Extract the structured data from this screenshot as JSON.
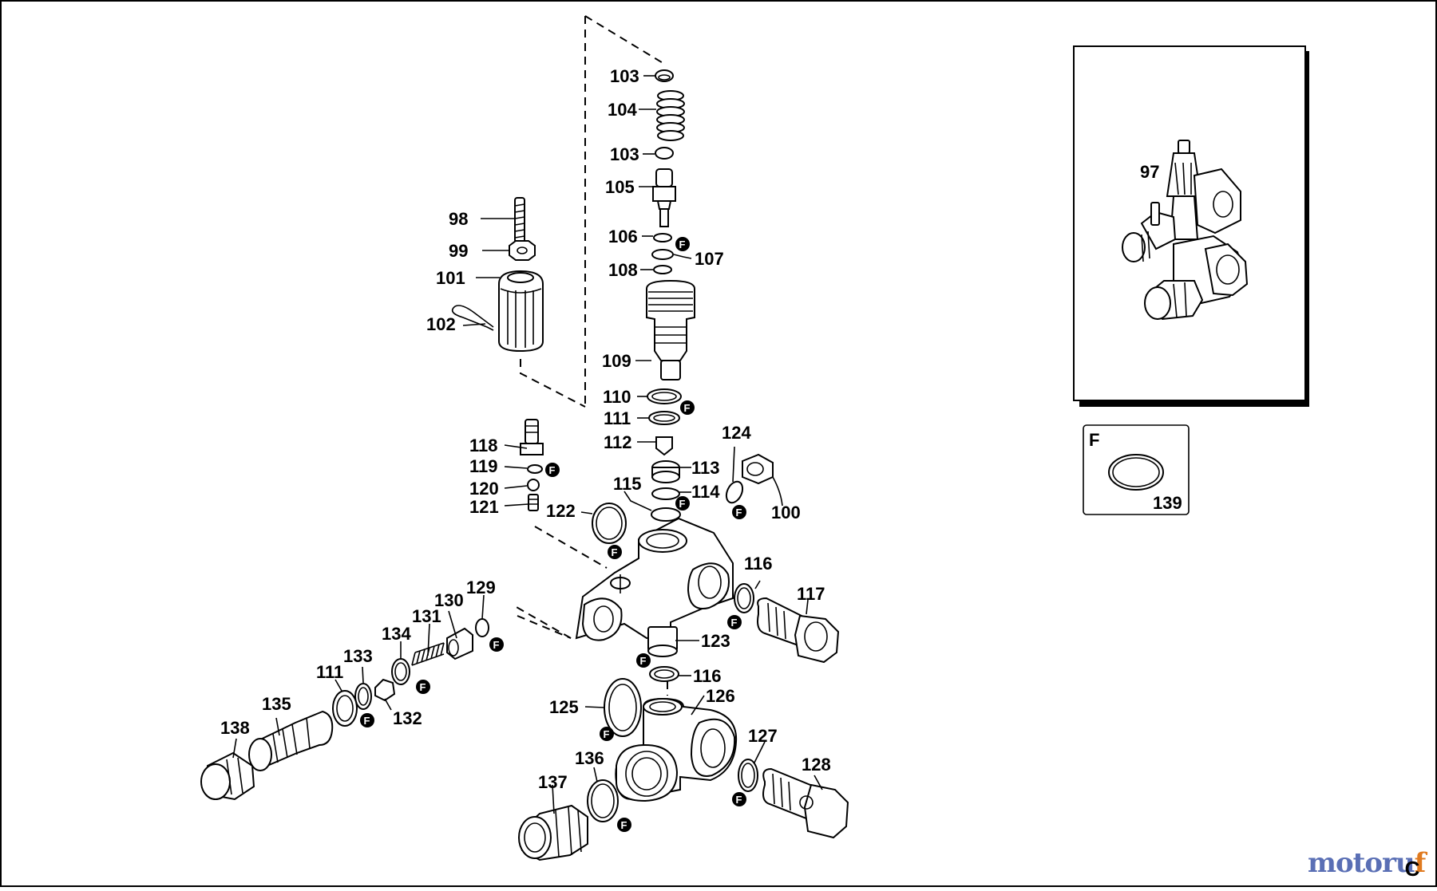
{
  "labels": {
    "l97": "97",
    "l98": "98",
    "l99": "99",
    "l100": "100",
    "l101": "101",
    "l102": "102",
    "l103a": "103",
    "l103b": "103",
    "l104": "104",
    "l105": "105",
    "l106": "106",
    "l107": "107",
    "l108": "108",
    "l109": "109",
    "l110": "110",
    "l111a": "111",
    "l111b": "111",
    "l112": "112",
    "l113": "113",
    "l114": "114",
    "l115": "115",
    "l116a": "116",
    "l116b": "116",
    "l117": "117",
    "l118": "118",
    "l119": "119",
    "l120": "120",
    "l121": "121",
    "l122": "122",
    "l123": "123",
    "l124": "124",
    "l125": "125",
    "l126": "126",
    "l127": "127",
    "l128": "128",
    "l129": "129",
    "l130": "130",
    "l131": "131",
    "l132": "132",
    "l133": "133",
    "l134": "134",
    "l135": "135",
    "l136": "136",
    "l137": "137",
    "l138": "138",
    "l139": "139"
  },
  "flag_letter": "F",
  "legend_box": {
    "title": "F",
    "part": "139"
  },
  "watermark": {
    "part1": "motoru",
    "part2": "f",
    "accent_colors": [
      "#5a6fb5",
      "#e07a1f"
    ]
  },
  "corner_badge": "C"
}
